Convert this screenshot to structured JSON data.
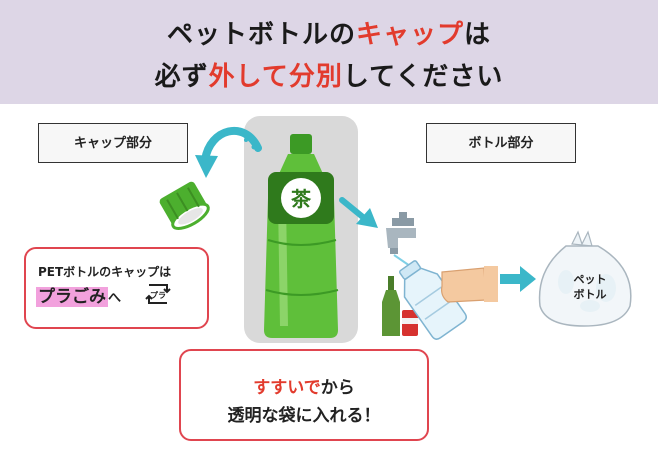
{
  "header": {
    "title_line1_before": "ペットボトルの",
    "title_line1_highlight": "キャップ",
    "title_line1_after": "は",
    "title_line2_before": "必ず",
    "title_line2_highlight": "外して分別",
    "title_line2_after": "してください"
  },
  "labels": {
    "cap_part": "キャップ部分",
    "bottle_part": "ボトル部分"
  },
  "bottle_label_kanji": "茶",
  "plastic_box": {
    "line1": "PETボトルのキャップは",
    "highlight": "プラごみ",
    "suffix": "へ",
    "mark_text": "プラ"
  },
  "rinse_box": {
    "highlight": "すすいで",
    "line1_after": "から",
    "line2": "透明な袋に入れる！"
  },
  "bag": {
    "line1": "ペット",
    "line2": "ボトル"
  },
  "colors": {
    "header_bg": "#ddd6e6",
    "accent_red": "#e23b2d",
    "box_border": "#e0454f",
    "bottle_green": "#4caf2e",
    "arrow_teal": "#3bb7c9",
    "pink_highlight": "#f2a1dd"
  },
  "icons": [
    "curved-arrow-icon",
    "bottle-cap-icon",
    "faucet-icon",
    "bottle-icon",
    "cup-icon",
    "glass-bottle-icon",
    "can-icon",
    "hand-icon",
    "right-arrow-icon",
    "trash-bag-icon",
    "pla-recycle-mark-icon"
  ]
}
